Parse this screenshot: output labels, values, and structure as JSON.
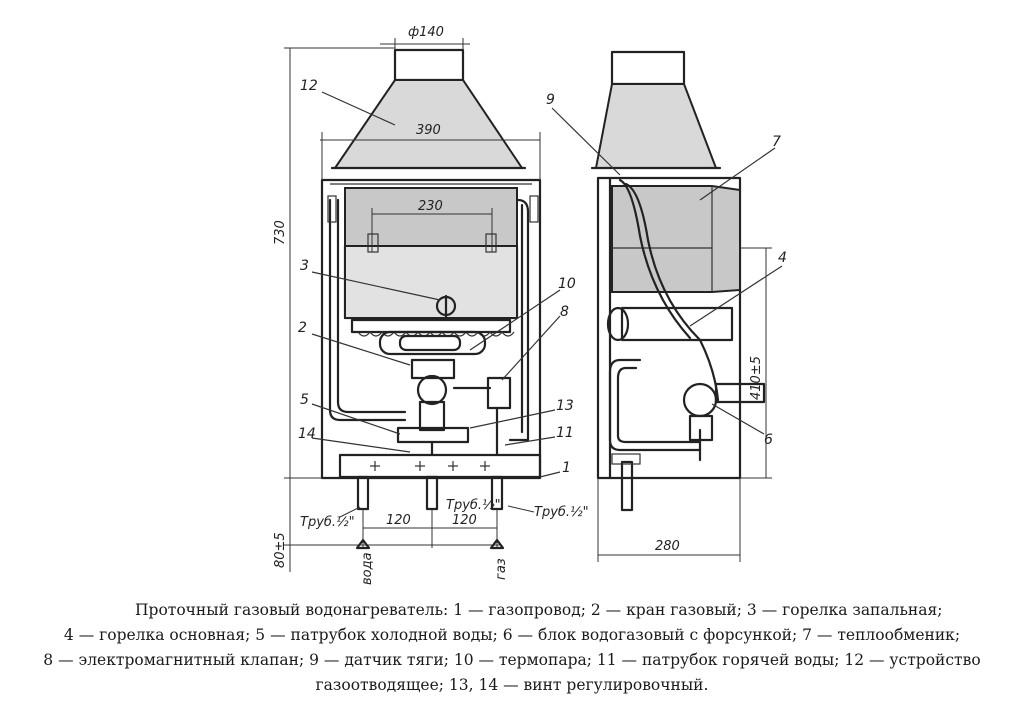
{
  "labels": {
    "n1": "1",
    "n2": "2",
    "n3": "3",
    "n4": "4",
    "n5": "5",
    "n6": "6",
    "n7": "7",
    "n8": "8",
    "n9": "9",
    "n10": "10",
    "n11": "11",
    "n12": "12",
    "n13": "13",
    "n14": "14"
  },
  "dimensions": {
    "d140": "ф140",
    "d390": "390",
    "d230": "230",
    "d730": "730",
    "d410": "410±5",
    "d80": "80±5",
    "d120a": "120",
    "d120b": "120",
    "d280": "280",
    "pipe_left": "Труб.½\"",
    "pipe_mid": "Труб.½\"",
    "pipe_right": "Труб.½\"",
    "water_in": "вода",
    "gas_in": "газ"
  },
  "caption": {
    "line1": "Проточный газовый водонагреватель: 1 — газопровод; 2 — кран газовый; 3 — горелка запальная;",
    "line2": "4 — горелка основная; 5 — патрубок холодной воды; 6 — блок водогазовый с форсункой; 7 — теплообменик;",
    "line3": "8 — электромагнитный клапан; 9 — датчик тяги; 10 — термопара; 11 — патрубок горячей воды; 12 — устройство",
    "line4": "газоотводящее; 13, 14 — винт регулировочный."
  }
}
